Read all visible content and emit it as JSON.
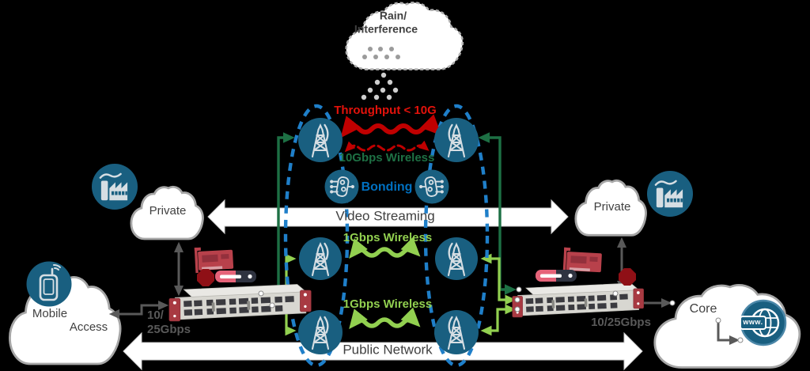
{
  "background": "#000000",
  "colors": {
    "node_circle": "#195f80",
    "dashed_ellipse": "#1f7fc9",
    "dark_green": "#1d7044",
    "light_green": "#92d050",
    "red_arrow": "#c00000",
    "red_text": "#e3120b",
    "bonding_blue": "#0070c0",
    "gray_arrow": "#595959",
    "cloud_text": "#404040",
    "server_ear_red": "#a83a42"
  },
  "top_cloud": {
    "line1": "Rain/",
    "line2": "Interference"
  },
  "center": {
    "throughput_label": "Throughput < 10G",
    "wireless_10g_label": "10Gbps Wireless",
    "bonding_label": "Bonding",
    "video_streaming_label": "Video Streaming",
    "wireless_1g_upper_label": "1Gbps Wireless",
    "wireless_1g_lower_label": "1Gbps Wireless",
    "public_network_label": "Public Network"
  },
  "left": {
    "private_cloud_label": "Private",
    "mobile_cloud_line1": "Mobile",
    "mobile_cloud_line2": "Access",
    "rate_line1": "10/",
    "rate_line2": "25Gbps"
  },
  "right": {
    "private_cloud_label": "Private",
    "core_cloud_label": "Core",
    "rate_label": "10/25Gbps",
    "globe_label": "www."
  },
  "icons": {
    "tower": "radio-tower-icon",
    "bonding": "bonding-device-icon",
    "factory": "factory-icon",
    "mobile": "mobile-phone-icon",
    "globe": "globe-www-icon",
    "rain": "rain-cloud-icon",
    "server": "server-appliance",
    "nic": "nic-card-icon",
    "octagon": "stop-octagon-icon",
    "module": "ssd-module-icon"
  }
}
